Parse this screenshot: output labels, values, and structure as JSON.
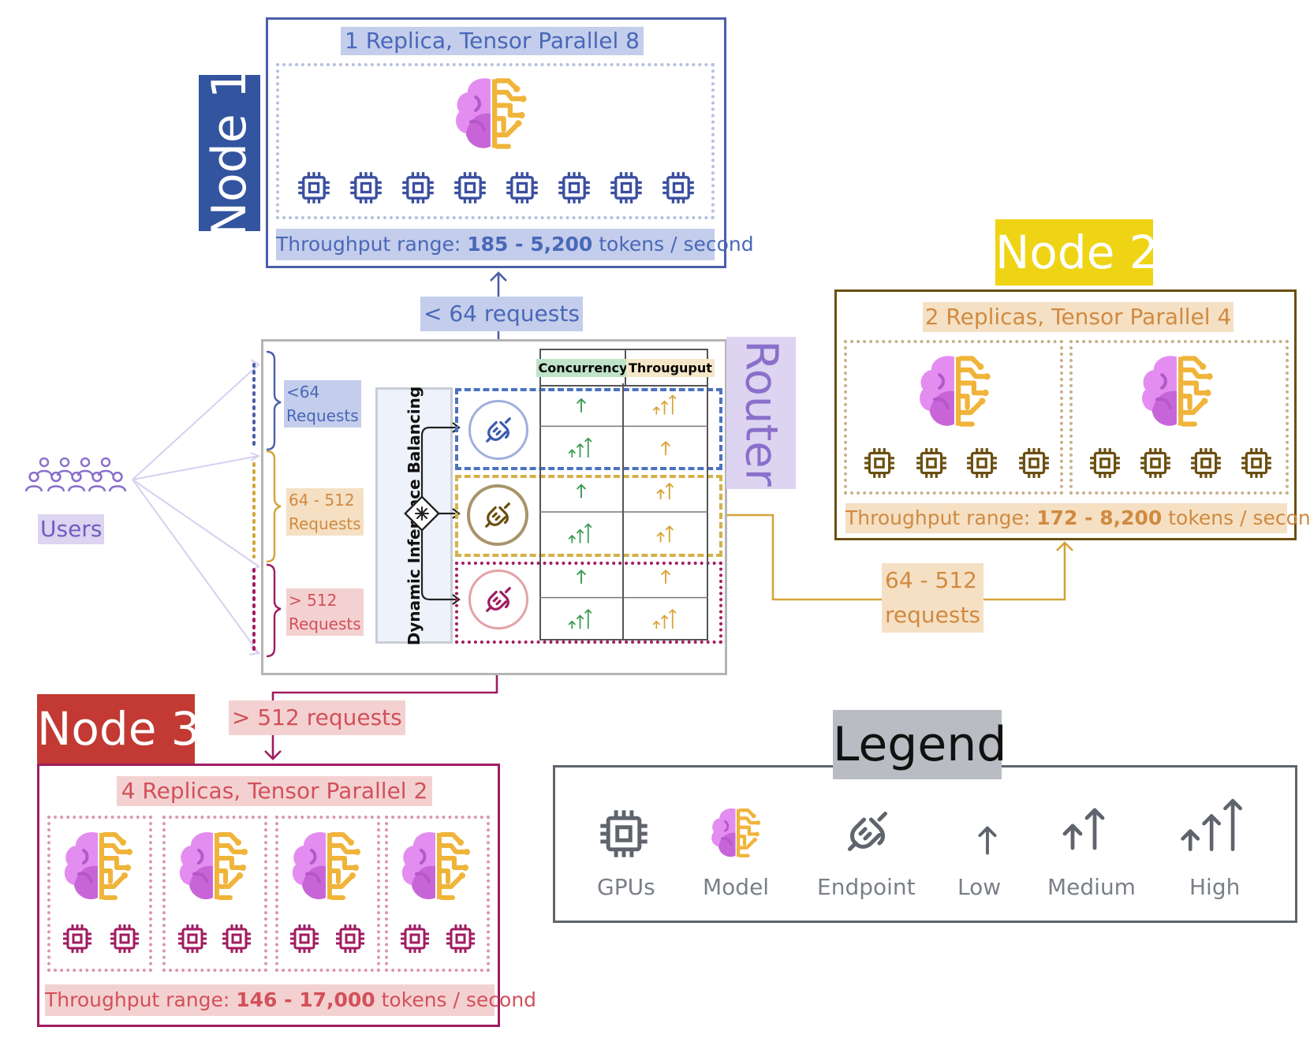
{
  "node1": {
    "tag": "Node 1",
    "title": "1 Replica, Tensor Parallel 8",
    "tp_prefix": "Throughput range: ",
    "tp_value": "185 - 5,200",
    "tp_suffix": " tokens / second",
    "gpu_count": 8,
    "color": "#4b5ea8"
  },
  "node2": {
    "tag": "Node 2",
    "title": "2 Replicas, Tensor Parallel 4",
    "tp_prefix": "Throughput range: ",
    "tp_value": "172 - 8,200",
    "tp_suffix": " tokens / second",
    "replicas": 2,
    "gpus_per_replica": 4,
    "color": "#6b4f10"
  },
  "node3": {
    "tag": "Node 3",
    "title": "4 Replicas, Tensor Parallel 2",
    "tp_prefix": "Throughput range: ",
    "tp_value": "146 - 17,000",
    "tp_suffix": " tokens / second",
    "replicas": 4,
    "gpus_per_replica": 2,
    "color": "#a01c60"
  },
  "router": {
    "tag": "Router",
    "balancer": "Dynamic Inference Balancing",
    "groups": [
      {
        "line1": "<64",
        "line2": "Requests"
      },
      {
        "line1": "64 - 512",
        "line2": "Requests"
      },
      {
        "line1": "> 512",
        "line2": "Requests"
      }
    ],
    "table": {
      "headers": [
        "Concurrency",
        "Througuput"
      ],
      "rows": [
        {
          "concurrency": "low",
          "throughput": "high"
        },
        {
          "concurrency": "high",
          "throughput": "low"
        },
        {
          "concurrency": "low",
          "throughput": "medium"
        },
        {
          "concurrency": "high",
          "throughput": "medium"
        },
        {
          "concurrency": "low",
          "throughput": "low"
        },
        {
          "concurrency": "high",
          "throughput": "high"
        }
      ]
    }
  },
  "flows": {
    "to_node1": "< 64 requests",
    "to_node2_line1": "64 - 512",
    "to_node2_line2": "requests",
    "to_node3": "> 512 requests"
  },
  "users": {
    "label": "Users",
    "icon": "users-group-icon"
  },
  "legend": {
    "title": "Legend",
    "items": [
      "GPUs",
      "Model",
      "Endpoint",
      "Low",
      "Medium",
      "High"
    ]
  },
  "colors": {
    "blue": "#4868b8",
    "gold": "#d4a43a",
    "red": "#a01c60",
    "arrow_green": "#3a9a52",
    "arrow_gold": "#d8a438",
    "users": "#8a6fcb"
  }
}
